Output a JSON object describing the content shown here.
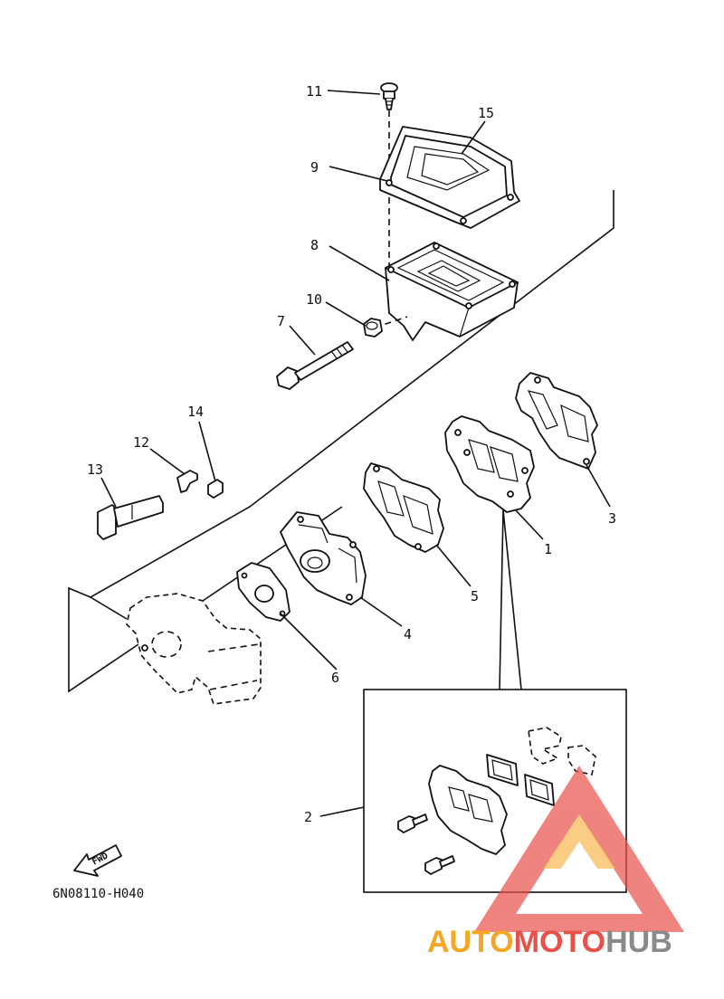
{
  "callouts": {
    "c1": "1",
    "c2": "2",
    "c3": "3",
    "c4": "4",
    "c5": "5",
    "c6": "6",
    "c7": "7",
    "c8": "8",
    "c9": "9",
    "c10": "10",
    "c11": "11",
    "c12": "12",
    "c13": "13",
    "c14": "14",
    "c15": "15"
  },
  "fwd_label": "FWD",
  "drawing_code": "6N08110-H040",
  "watermark": {
    "part1": "AUTO",
    "part2": "MOTO",
    "part3": "HUB",
    "colors": {
      "orange": "#f5a623",
      "red": "#e8504a",
      "gray": "#8a8a8a"
    }
  }
}
